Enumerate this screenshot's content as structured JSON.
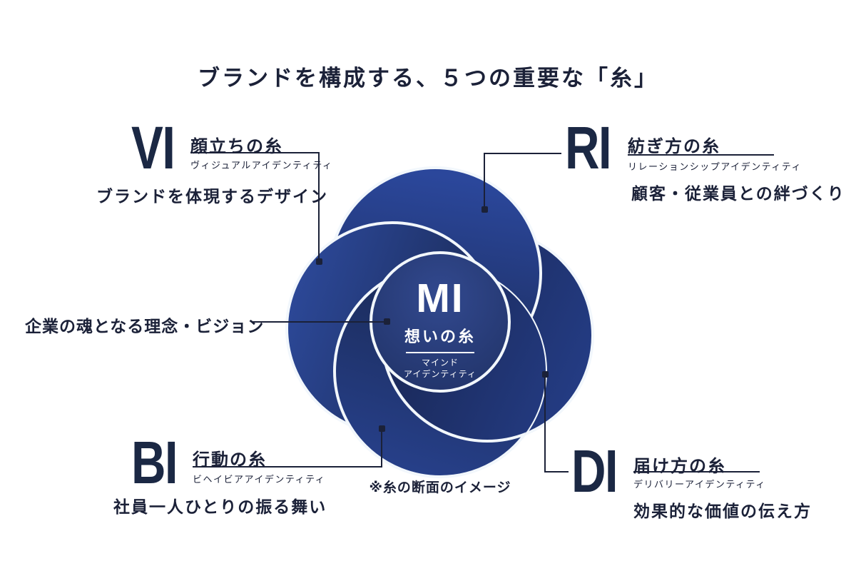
{
  "title": "ブランドを構成する、５つの重要な「糸」",
  "center": {
    "abbr": "MI",
    "name": "想いの糸",
    "katakana_line1": "マインド",
    "katakana_line2": "アイデンティティ",
    "annotation": "企業の魂となる理念・ビジョン",
    "caption": "※糸の断面のイメージ"
  },
  "threads": [
    {
      "abbr": "VI",
      "name": "顔立ちの糸",
      "katakana": "ヴィジュアルアイデンティティ",
      "description": "ブランドを体現するデザイン"
    },
    {
      "abbr": "RI",
      "name": "紡ぎ方の糸",
      "katakana": "リレーションシップアイデンティティ",
      "description": "顧客・従業員との絆づくり"
    },
    {
      "abbr": "BI",
      "name": "行動の糸",
      "katakana": "ビヘイビアアイデンティティ",
      "description": "社員一人ひとりの振る舞い"
    },
    {
      "abbr": "DI",
      "name": "届け方の糸",
      "katakana": "デリバリーアイデンティティ",
      "description": "効果的な価値の伝え方"
    }
  ],
  "colors": {
    "text_navy": "#1b2138",
    "petal_blue_light": "#2e4b9e",
    "petal_blue_dark": "#182550",
    "center_circle": "#1d2e5f",
    "swirl_white": "#f2f7fc",
    "background": "#ffffff"
  }
}
